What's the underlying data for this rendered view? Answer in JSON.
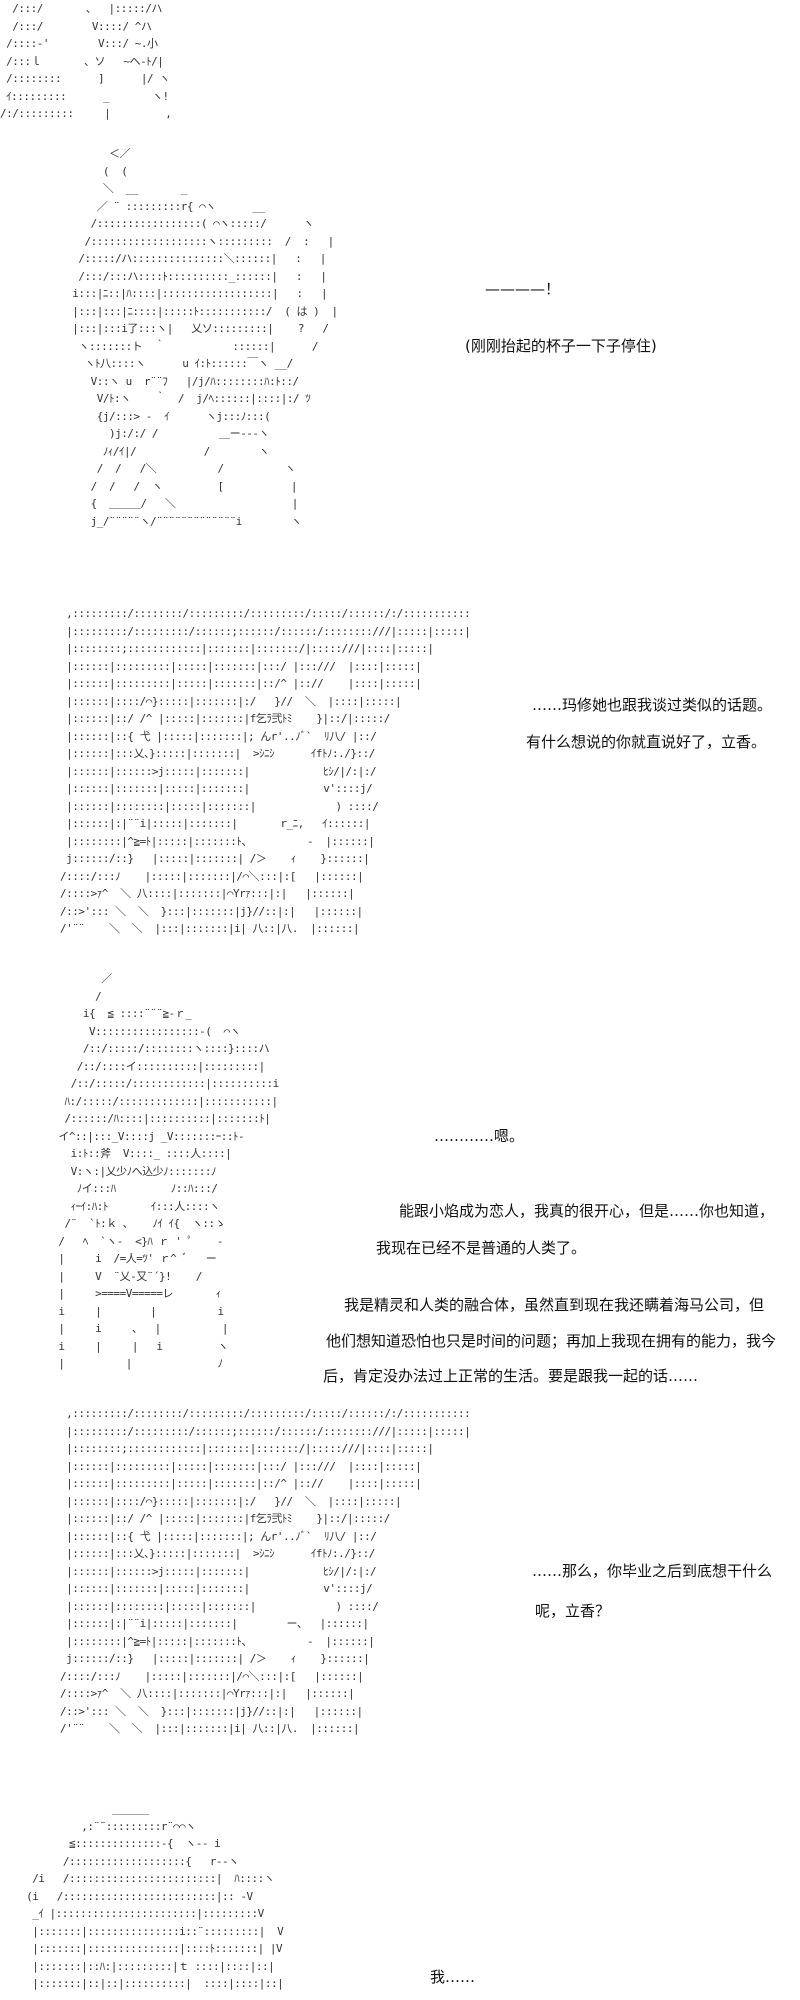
{
  "art": {
    "a1": [
      "  /:::/       、  |:::::/ハ",
      "  /:::/        V::::/ ^ハ",
      " /::::-'        V:::/ ~.小",
      " /:::ｌ       、ソ   ~ヘ-ﾄ/|",
      " /::::::::      ]      |/ ヽ",
      " ｲ:::::::::      _       ヽ!",
      "/:/:::::::::     |         ,"
    ],
    "a2": [
      "        ＜／",
      "       (  (",
      "       ＼  __       _",
      "      ／ ¨ :::::::::r{ ⌒ヽ      __",
      "     /:::::::::::::::::( ⌒ヽ:::::/      ヽ",
      "    /:::::::::::::::::::ヽ:::::::::  /  :   |",
      "   /:::::/ハ:::::::::::::::＼::::::|   :   |",
      "   /:::/:::ハ::::ﾄ::::::::::_::::::|   :   |",
      "  i:::|ﾆ::|ﾊ::::|::::::::::::::::::|   :   |",
      "  |:::|:::|ﾆ::::|:::::ﾄ:::::::::::/  ( は )  |",
      "  |:::|:::i了:::ヽ|   乂ソ:::::::::|    ?   /",
      "   ヽ:::::::ト  ｀           ::::::|      /",
      "    ヽﾄ八::::ヽ      u ｲ:ﾄ::::::￣ヽ __/",
      "     V::ヽ u  r¨¨ﾌ   |/j/ﾊ::::::::ﾊ:ﾄ::/",
      "      V/ﾄ:ヽ    ｀  /  j/ﾍ::::::|::::|:/ ﾂ",
      "      {j/:::> -  ｲ      ヽj:::ﾉ:::(",
      "        )j:/:/ /          ＿ー---ヽ",
      "       ﾉｨ/ｲ|/           /        ヽ",
      "      /  /   /＼          /          ヽ",
      "     /  /   /  ヽ         [           |",
      "     {  ＿＿＿/   ＼                   |",
      "     j_/¨¨¨¨¨ヽ/¨¨¨¨¨¨¨¨¨¨¨¨¨i        ヽ"
    ],
    "a3": [
      " ,:::::::::/::::::::/:::::::::/:::::::::/:::::/::::::/:/:::::::::::",
      " |:::::::::/:::::::::/::::::;::::::/::::::/::::::::///|:::::|:::::|",
      " |::::::::;::::::::::::|:::::::|:::::::/|:::::///|::::|:::::|",
      " |::::::|:::::::::|:::::|:::::::|:::/ |:::///  |::::|:::::|",
      " |::::::|:::::::::|:::::|:::::::|::/^ |:://    |::::|:::::|",
      " |::::::|::::/⌒}:::::|:::::::|:/   }//  ＼  |::::|:::::|",
      " |::::::|::/ /^ |:::::|:::::::|f乞ﾗ弐ﾄﾐ    }|::/|:::::/",
      " |::::::|::{ 弋 |:::::|:::::::|; んr'..ﾉﾞ`  ﾘ八/ |::/",
      " |::::::|:::乂、}:::::|:::::::|  >ｼﾆｼ      ｲfﾄﾉ:./}::/",
      " |::::::|::::::>j:::::|:::::::|            ﾋｼ/|/:|:/",
      " |::::::|:::::::|:::::|:::::::|            v'::::j/",
      " |::::::|::::::::|:::::|:::::::|             ) ::::/",
      " |::::::|:|¨¨i|:::::|:::::::|       r_ﾆ,   ｲ::::::|",
      " |::::::::|^≧=ﾄ|:::::|:::::::ﾄ、         -  |::::::|",
      " j::::::/::}   |:::::|:::::::| /＞    ｨ    }::::::|",
      "/::::/:::ﾉ    |:::::|:::::::|/⌒＼:::|:[   |::::::|",
      "/::::>ｧ^  ＼ 八::::|:::::::|⌒Yrｧ:::|:|   |::::::|",
      "/::>'::: ＼  ＼  }:::|:::::::|j}//::|:|   |::::::|",
      "/'¨¨    ＼  ＼  |:::|:::::::|i| 八::|八.  |::::::|"
    ],
    "a4": [
      "          ／",
      "         /",
      "       i{  ≦ ::::¨¨¨≧-ｒ_",
      "        V:::::::::::::::::-(  ⌒ヽ",
      "       /::/:::::/::::::::ヽ::::}::::ハ",
      "      /::/::::イ::::::::::|:::::::::|",
      "     /::/:::::/::::::::::::|::::::::::i",
      "    ﾊ:/:::::/:::::::::::::|:::::::::::|",
      "    /::::::/ﾊ::::|::::::::::|:::::::ﾄ|",
      "   イ^::|:::_V::::j _V:::::::ｰ::ﾄ-",
      "     i:ﾄ::斧  V::::_ ::::人::::|",
      "     V:ヽ:|乂少ﾉへ込少ﾉ:::::::ﾉ",
      "      ﾉイ:::ﾊ         ﾉ::ﾊ:::/",
      "     ｨｰｲ:ﾊ:ﾄ       ｲ:::人::::ヽ",
      "    /¨  `ﾄ:ｋ ､    ﾉｲ ｲ{  ヽ::ゝ",
      "   /   ﾍ  `ヽ-  <}ﾊ ｒ ' ﾟ    -",
      "   |     i  /=人=ﾂ' ｒ^ ﾞ   ー",
      "   |     V  ¨乂-又¨´}!    /",
      "   |     >====V=====レ       ｨ",
      "   i     |        |          i",
      "   |     i     、  |          |",
      "   i     |     |   i         ヽ",
      "   |          |              ﾉ"
    ],
    "a5": [
      " ,:::::::::/::::::::/:::::::::/:::::::::/:::::/::::::/:/:::::::::::",
      " |:::::::::/:::::::::/::::::;::::::/::::::/::::::::///|:::::|:::::|",
      " |::::::::;::::::::::::|:::::::|:::::::/|:::::///|::::|:::::|",
      " |::::::|:::::::::|:::::|:::::::|:::/ |:::///  |::::|:::::|",
      " |::::::|:::::::::|:::::|:::::::|::/^ |:://    |::::|:::::|",
      " |::::::|::::/⌒}:::::|:::::::|:/   }//  ＼  |::::|:::::|",
      " |::::::|::/ /^ |:::::|:::::::|f乞ﾗ弐ﾄﾐ    }|::/|:::::/",
      " |::::::|::{ 弋 |:::::|:::::::|; んr'..ﾉﾞ`  ﾘ八/ |::/",
      " |::::::|:::乂、}:::::|:::::::|  >ｼﾆｼ      ｲfﾄﾉ:./}::/",
      " |::::::|::::::>j:::::|:::::::|            ﾋｼ/|/:|:/",
      " |::::::|:::::::|:::::|:::::::|            v'::::j/",
      " |::::::|::::::::|:::::|:::::::|             ) ::::/",
      " |::::::|:|¨¨i|:::::|:::::::|        ー、  |::::::|",
      " |::::::::|^≧=ﾄ|:::::|:::::::ﾄ、         -  |::::::|",
      " j::::::/::}   |:::::|:::::::| /＞    ｨ    }::::::|",
      "/::::/:::ﾉ    |:::::|:::::::|/⌒＼:::|:[   |::::::|",
      "/::::>ｧ^  ＼ 八::::|:::::::|⌒Yrｧ:::|:|   |::::::|",
      "/::>'::: ＼  ＼  }:::|:::::::|j}//::|:|   |::::::|",
      "/'¨¨    ＼  ＼  |:::|:::::::|i| 八::|八.  |::::::|"
    ],
    "a6": [
      "               ______",
      "          ,:¨¨:::::::::r¨⌒⌒ヽ",
      "        ≦::::::::::::::-{  ヽ-- i",
      "       /:::::::::::::::::::{   r--ヽ",
      "  /i   /::::::::::::::::::::::::|  ﾊ::::ヽ",
      " (i   /:::::::::::::::::::::::::|:: -V",
      "  _ｲ |:::::::::::::::::::::::|:::::::::V",
      "  |:::::::|:::::::::::::::i::¨:::::::::|  V",
      "  |:::::::|:::::::::::::::|::::ﾄ:::::::| |V",
      "  |:::::::|::ﾊ:|:::::::::|ｔ ::::|::::|::|",
      "  |:::::::|::|::|::::::::::|  ::::|::::|::|"
    ]
  },
  "text": {
    "b2_line1": "————！",
    "b2_line2": "(刚刚抬起的杯子一下子停住)",
    "b3_line1": "……玛修她也跟我谈过类似的话题。",
    "b3_line2": "有什么想说的你就直说好了，立香。",
    "b4_line1": "…………嗯。",
    "b4_line2": "能跟小焰成为恋人，我真的很开心，但是……你也知道，",
    "b4_line3": "我现在已经不是普通的人类了。",
    "b4_line4": "我是精灵和人类的融合体，虽然直到现在我还瞒着海马公司，但",
    "b4_line5": "他们想知道恐怕也只是时间的问题；再加上我现在拥有的能力，我今",
    "b4_line6": "后，肯定没办法过上正常的生活。要是跟我一起的话……",
    "b5_line1": "……那么，你毕业之后到底想干什么",
    "b5_line2": "呢，立香？",
    "b6_line1": "我……"
  }
}
